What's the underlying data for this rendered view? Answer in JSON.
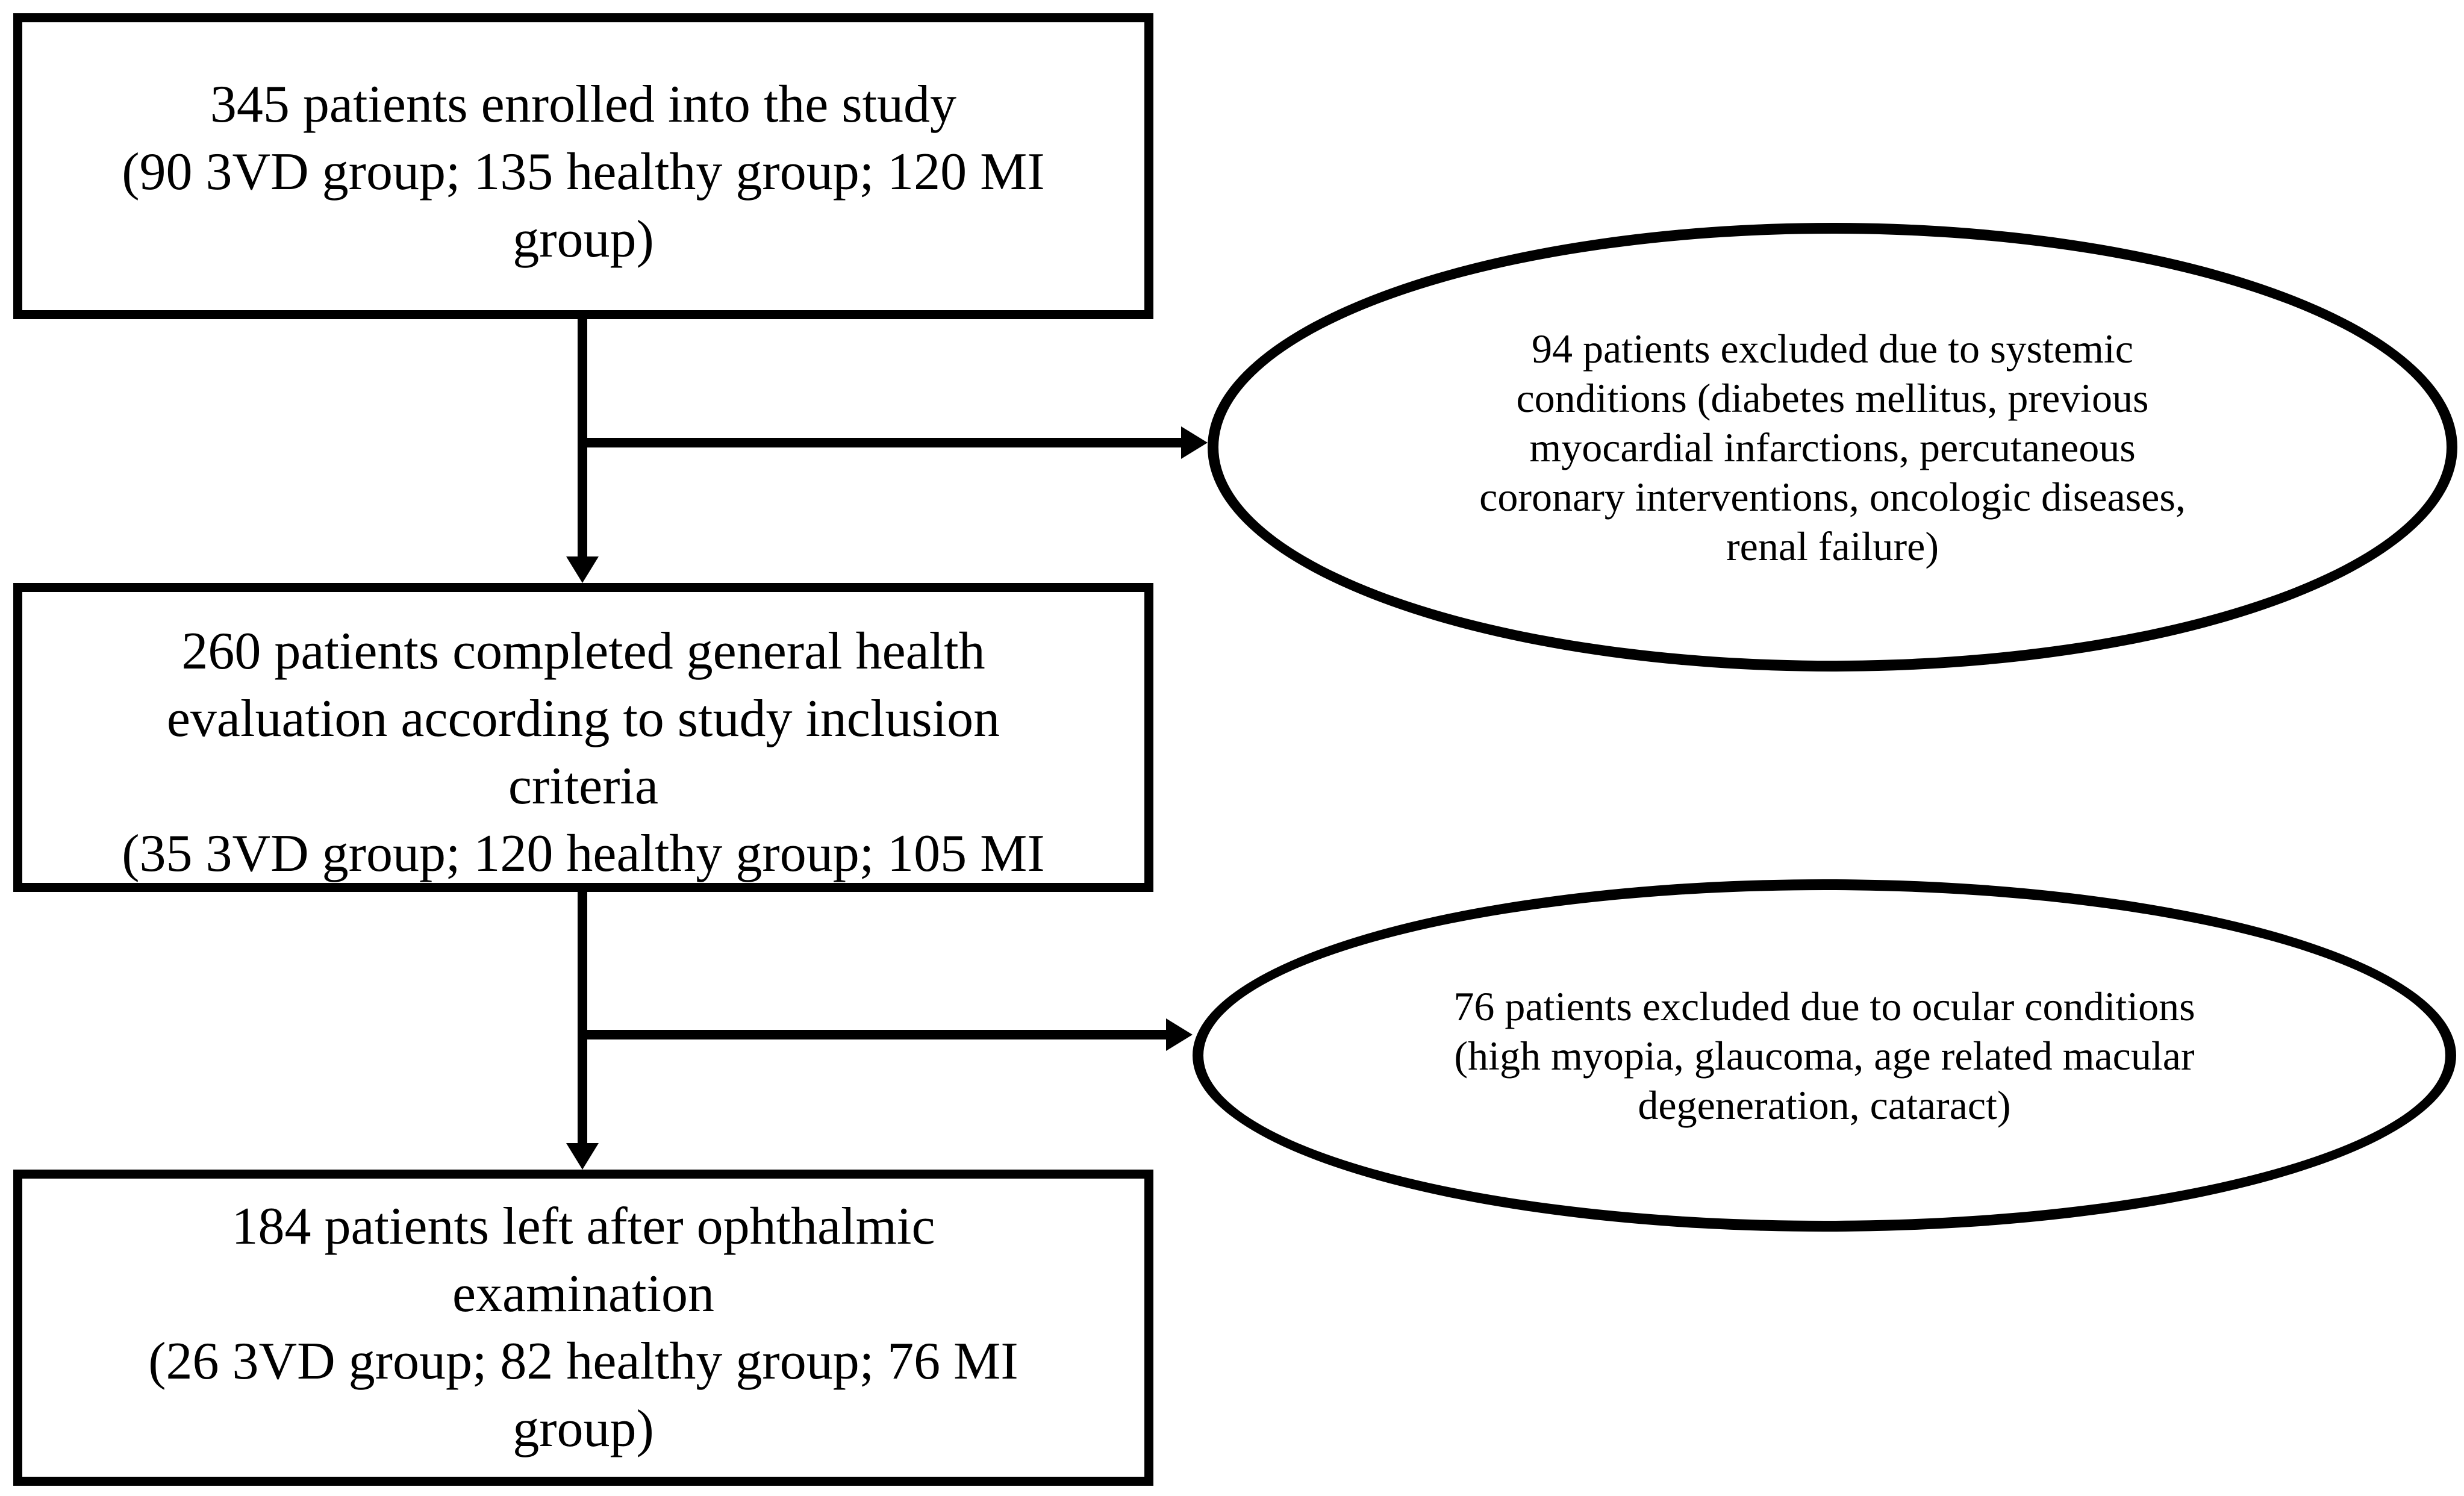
{
  "diagram": {
    "type": "patient-flow-chart",
    "colors": {
      "ink": "#000000",
      "background": "#ffffff"
    },
    "boxes": [
      {
        "id": "enrolled",
        "lines": [
          "345 patients enrolled into the study",
          "(90 3VD group; 135 healthy group; 120 MI",
          "group)"
        ]
      },
      {
        "id": "evaluation",
        "lines": [
          "260 patients completed general health",
          "evaluation according to study inclusion",
          "criteria",
          "(35 3VD group; 120 healthy group; 105 MI"
        ]
      },
      {
        "id": "final",
        "lines": [
          "184 patients left after ophthalmic",
          "examination",
          "(26 3VD group; 82 healthy group; 76 MI",
          "group)"
        ]
      }
    ],
    "ellipses": [
      {
        "id": "systemic-exclusions",
        "lines": [
          "94 patients excluded due to systemic",
          "conditions (diabetes mellitus, previous",
          "myocardial infarctions, percutaneous",
          "coronary interventions, oncologic diseases,",
          "renal failure)"
        ]
      },
      {
        "id": "ocular-exclusions",
        "lines": [
          "76 patients excluded due to ocular conditions",
          "(high myopia, glaucoma, age related macular",
          "degeneration, cataract)"
        ]
      }
    ]
  }
}
